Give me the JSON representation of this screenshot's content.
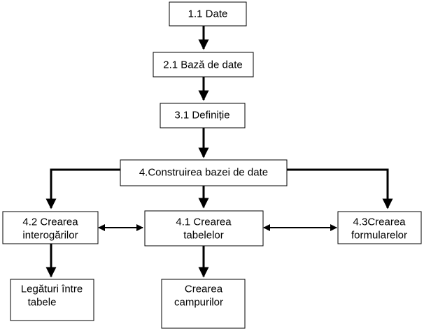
{
  "nodes": {
    "date": {
      "lines": [
        "1.1 Date"
      ]
    },
    "baza": {
      "lines": [
        "2.1 Bază de date"
      ]
    },
    "definitie": {
      "lines": [
        "3.1 Definiție"
      ]
    },
    "construirea": {
      "lines": [
        "4.Construirea bazei de date"
      ]
    },
    "interogari": {
      "lines": [
        "4.2 Crearea",
        "interogărilor"
      ]
    },
    "tabele": {
      "lines": [
        "4.1 Crearea",
        "tabelelor"
      ]
    },
    "formulare": {
      "lines": [
        "4.3Crearea",
        "formularelor"
      ]
    },
    "legaturi": {
      "lines": [
        "Legături între",
        "tabele"
      ]
    },
    "campuri": {
      "lines": [
        "Crearea",
        "campurilor"
      ]
    }
  },
  "edges": [
    {
      "from": "date",
      "to": "baza",
      "directed": true
    },
    {
      "from": "baza",
      "to": "definitie",
      "directed": true
    },
    {
      "from": "definitie",
      "to": "construirea",
      "directed": true
    },
    {
      "from": "construirea",
      "to": "interogari",
      "directed": true
    },
    {
      "from": "construirea",
      "to": "tabele",
      "directed": true
    },
    {
      "from": "construirea",
      "to": "formulare",
      "directed": true
    },
    {
      "from": "tabele",
      "to": "interogari",
      "directed": true,
      "bidirectional": true
    },
    {
      "from": "tabele",
      "to": "formulare",
      "directed": true,
      "bidirectional": true
    },
    {
      "from": "interogari",
      "to": "legaturi",
      "directed": true
    },
    {
      "from": "tabele",
      "to": "campuri",
      "directed": true
    }
  ]
}
